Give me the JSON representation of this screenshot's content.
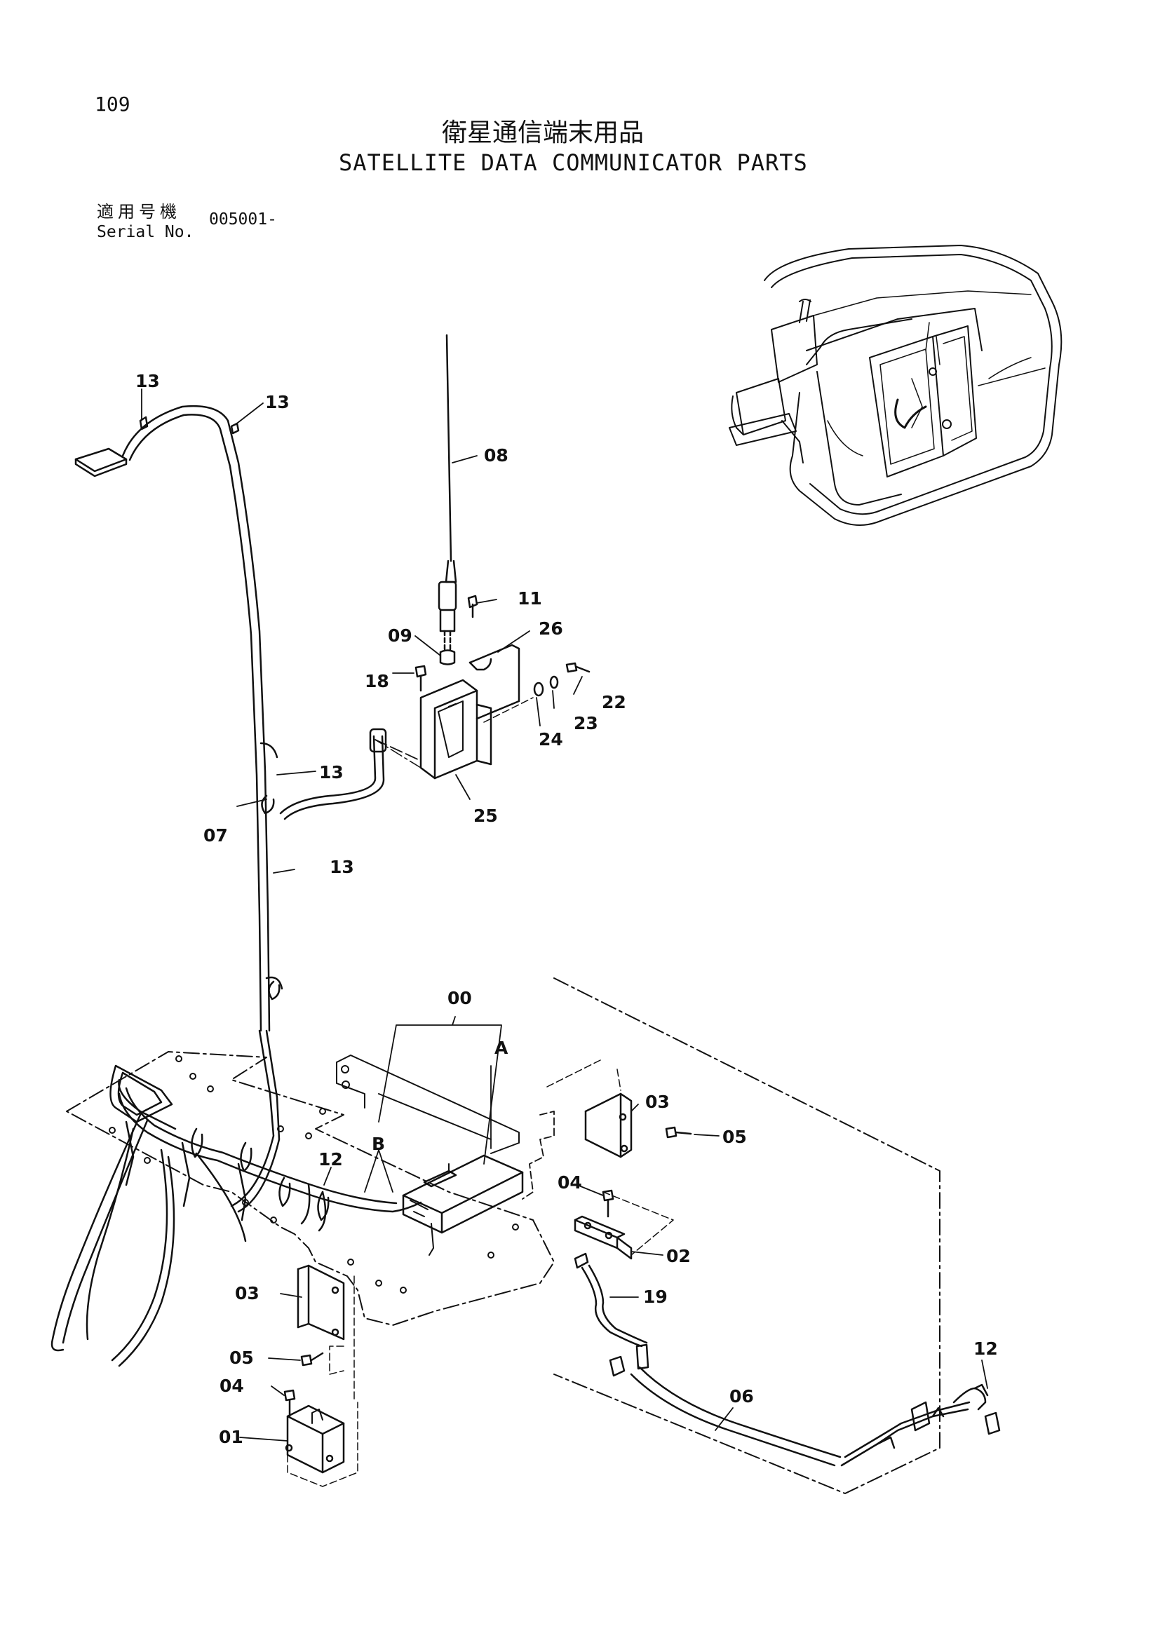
{
  "page": {
    "number": "109",
    "title_jp": "衛星通信端末用品",
    "title_en": "SATELLITE DATA COMMUNICATOR PARTS",
    "serial_label_jp": "適用号機",
    "serial_label_en": "Serial No.",
    "serial_value": "005001-"
  },
  "callouts": [
    "13",
    "13",
    "08",
    "11",
    "09",
    "26",
    "18",
    "22",
    "23",
    "24",
    "13",
    "25",
    "07",
    "13",
    "00",
    "A",
    "03",
    "05",
    "B",
    "12",
    "04",
    "02",
    "19",
    "03",
    "05",
    "04",
    "12",
    "06",
    "01"
  ]
}
